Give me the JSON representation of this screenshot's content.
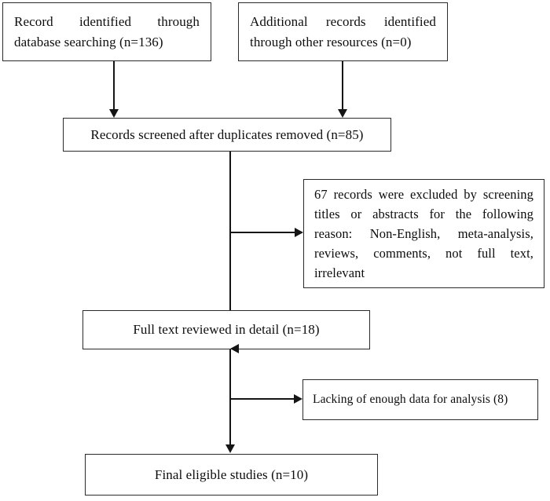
{
  "diagram": {
    "type": "prisma-flow-diagram",
    "title": "",
    "nodes": [
      {
        "id": "records-db",
        "label": "Record identified through database searching (n=136)",
        "count": 136,
        "stage": "identification"
      },
      {
        "id": "records-other",
        "label": "Additional records identified through other resources (n=0)",
        "count": 0,
        "stage": "identification"
      },
      {
        "id": "screened",
        "label": "Records screened after duplicates removed (n=85)",
        "count": 85,
        "stage": "screening"
      },
      {
        "id": "excluded",
        "label": "67 records were excluded by screening titles or abstracts for the following reason: Non-English, meta-analysis, reviews, comments, not full text, irrelevant",
        "count": 67,
        "stage": "screening-excluded"
      },
      {
        "id": "fulltext",
        "label": "Full text reviewed in detail (n=18)",
        "count": 18,
        "stage": "eligibility"
      },
      {
        "id": "lacking",
        "label": "Lacking of enough data for analysis (8)",
        "count": 8,
        "stage": "eligibility-excluded"
      },
      {
        "id": "final",
        "label": "Final eligible studies (n=10)",
        "count": 10,
        "stage": "included"
      }
    ],
    "edges": [
      {
        "from": "records-db",
        "to": "screened",
        "arrow": "down"
      },
      {
        "from": "records-other",
        "to": "screened",
        "arrow": "down"
      },
      {
        "from": "screened",
        "to": "excluded",
        "arrow": "right"
      },
      {
        "from": "screened",
        "to": "fulltext",
        "arrow": "left"
      },
      {
        "from": "fulltext",
        "to": "lacking",
        "arrow": "right"
      },
      {
        "from": "fulltext",
        "to": "final",
        "arrow": "down"
      }
    ],
    "colors": {
      "background": "#ffffff",
      "border": "#2b2b2b",
      "line": "#151515",
      "text": "#0d0d0d"
    }
  }
}
